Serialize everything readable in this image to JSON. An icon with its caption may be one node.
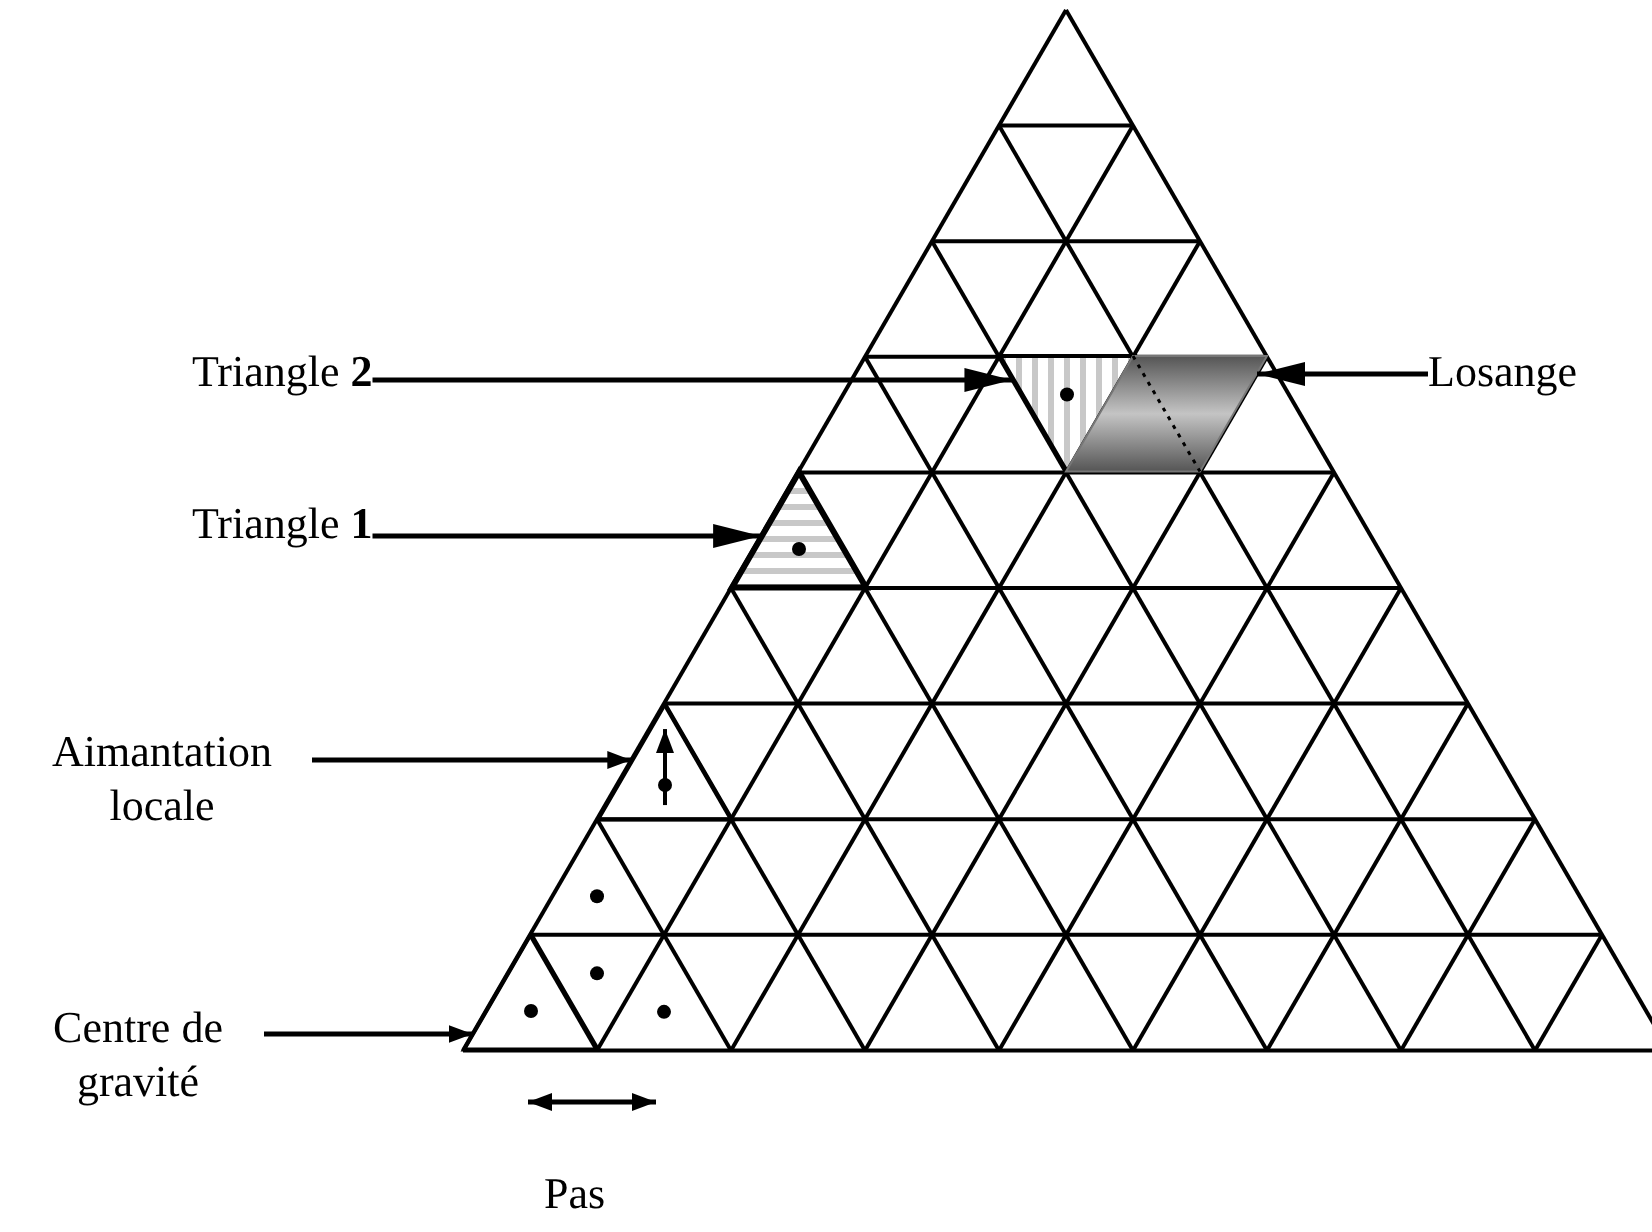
{
  "diagram": {
    "nodes": [
      {
        "text": [
          "Triangle **2**"
        ]
      },
      {
        "text": [],
        "shape": "triangle"
      },
      {
        "text": [],
        "shape": "parallelogram"
      },
      {
        "text": [
          "Losange"
        ]
      },
      {
        "text": [
          "Triangle **1**"
        ]
      },
      {
        "text": [],
        "shape": "triangle"
      },
      {
        "text": [
          "Aimantation locale"
        ]
      },
      {
        "text": [],
        "shape": "triangle"
      },
      {
        "text": [
          "Centre de gravité"
        ]
      },
      {
        "text": [],
        "shape": "triangle"
      }
    ],
    "edges": [
      {
        "from": 0,
        "to": 1,
        "arrow": "to"
      },
      {
        "from": 3,
        "to": 2,
        "arrow": "to"
      },
      {
        "from": 4,
        "to": 5,
        "arrow": "to"
      },
      {
        "from": 6,
        "to": 7,
        "arrow": "to"
      },
      {
        "from": 8,
        "to": 9,
        "arrow": "to"
      }
    ],
    "labels": [
      "Pas"
    ]
  }
}
